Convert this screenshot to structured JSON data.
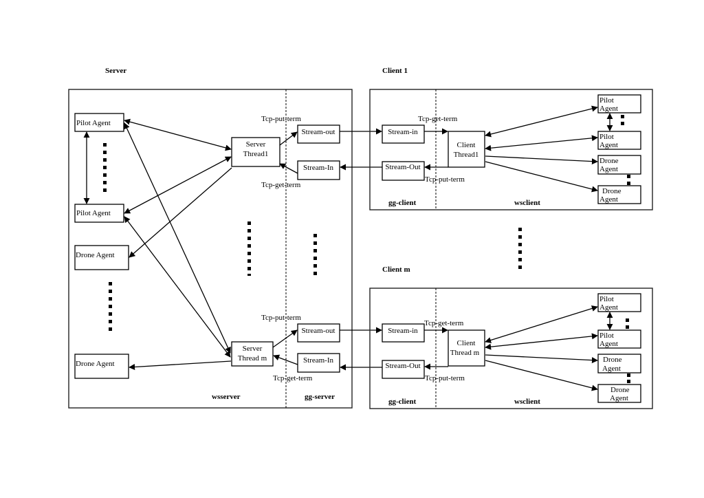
{
  "diagram": {
    "section_titles": {
      "server": "Server",
      "client1": "Client  1",
      "clientm": "Client  m"
    },
    "server": {
      "region_labels": {
        "ws": "wsserver",
        "gg": "gg-server"
      },
      "agents": [
        "Pilot Agent",
        "Pilot Agent",
        "Drone Agent",
        "Drone Agent"
      ],
      "threads": [
        "Server\nThread1",
        "Server\nThread m"
      ],
      "thread1_lines": [
        "Server",
        "Thread1"
      ],
      "threadm_lines": [
        "Server",
        "Thread m"
      ],
      "stream_out": "Stream-out",
      "stream_in": "Stream-In",
      "tcp_put": "Tcp-put-term",
      "tcp_get": "Tcp-get-term"
    },
    "client1": {
      "region_labels": {
        "gg": "gg-client",
        "ws": "wsclient"
      },
      "stream_in": "Stream-in",
      "stream_out": "Stream-Out",
      "tcp_get": "Tcp-get-term",
      "tcp_put": "Tcp-put-term",
      "thread_lines": [
        "Client",
        "Thread1"
      ],
      "agents": [
        [
          "Pilot",
          "Agent"
        ],
        [
          "Pilot",
          "Agent"
        ],
        [
          "Drone",
          "Agent"
        ],
        [
          "Drone",
          "Agent"
        ]
      ]
    },
    "clientm": {
      "region_labels": {
        "gg": "gg-client",
        "ws": "wsclient"
      },
      "stream_in": "Stream-in",
      "stream_out": "Stream-Out",
      "tcp_get": "Tcp-get-term",
      "tcp_put": "Tcp-put-term",
      "thread_lines": [
        "Client",
        "Thread m"
      ],
      "agents": [
        [
          "Pilot",
          "Agent"
        ],
        [
          "Pilot",
          "Agent"
        ],
        [
          "Drone",
          "Agent"
        ],
        [
          "Drone",
          "Agent"
        ]
      ]
    }
  }
}
